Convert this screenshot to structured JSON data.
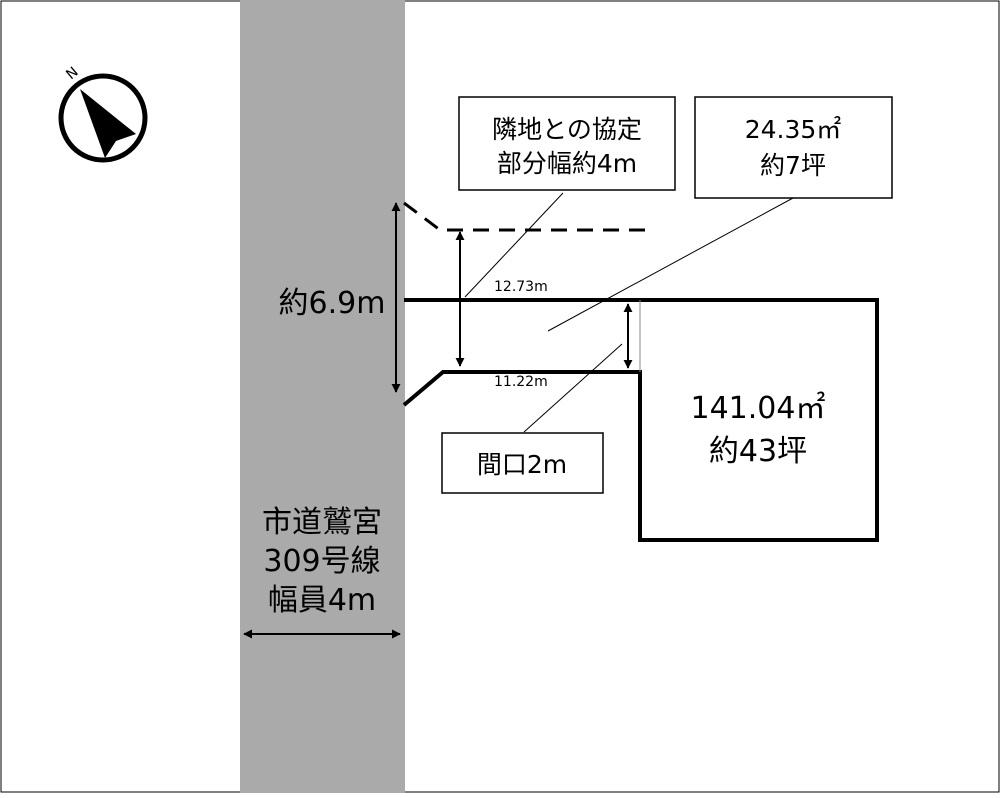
{
  "compass": {
    "north_label": "N",
    "icon": "compass-north-icon"
  },
  "road": {
    "name_line1": "市道鷲宮",
    "name_line2": "309号線",
    "width_label": "幅員4m",
    "color": "#aaaaaa"
  },
  "dimensions": {
    "overall_width": "約6.9m",
    "top_length": "12.73m",
    "bottom_length": "11.22m"
  },
  "callouts": {
    "neighbor_line1": "隣地との協定",
    "neighbor_line2": "部分幅約4m",
    "strip_area": "24.35㎡",
    "strip_tsubo": "約7坪",
    "frontage": "間口2m"
  },
  "lot": {
    "area": "141.04㎡",
    "tsubo": "約43坪"
  }
}
